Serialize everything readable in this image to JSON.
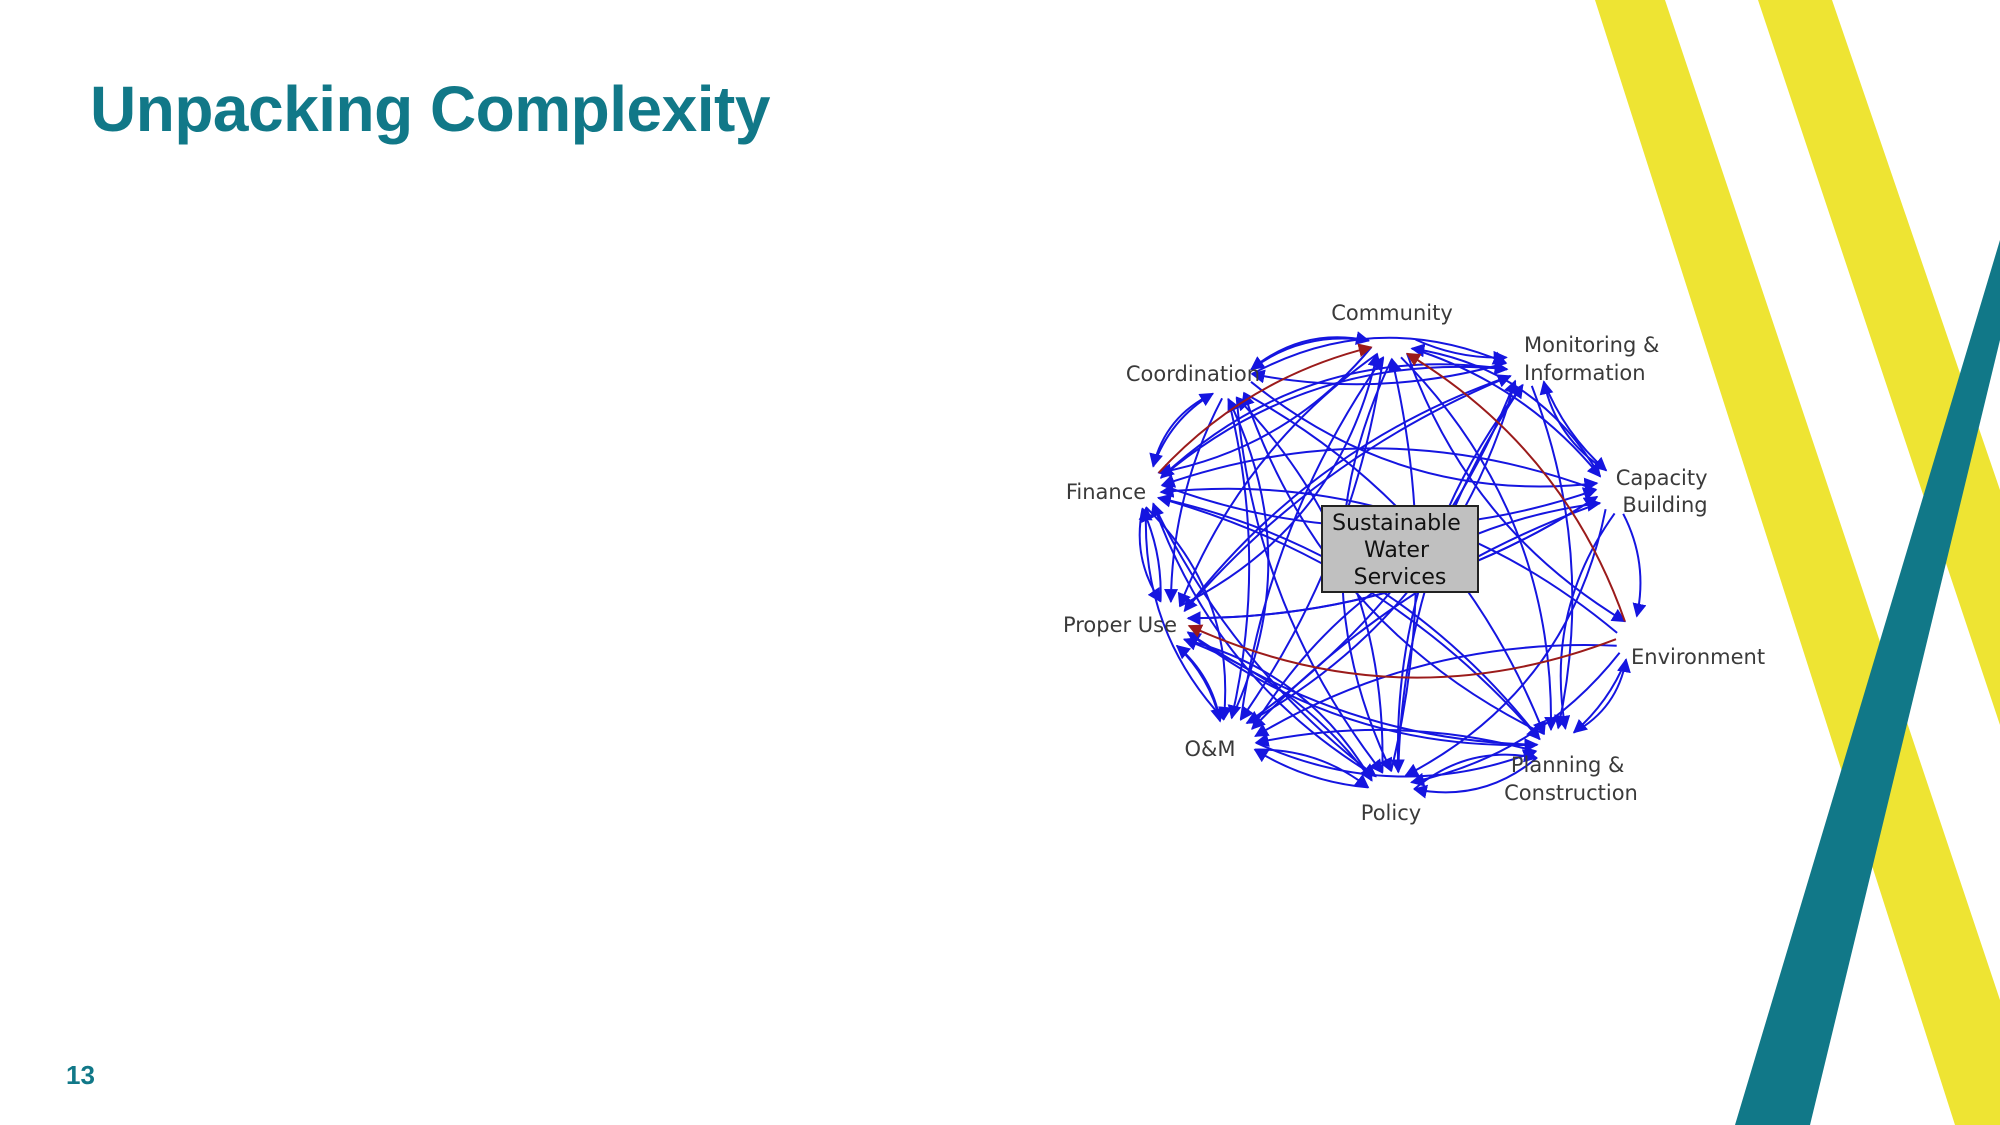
{
  "slide": {
    "title": "Unpacking Complexity",
    "page_number": "13",
    "colors": {
      "title": "#117888",
      "accent_yellow": "#EEE433",
      "accent_teal": "#117888"
    }
  },
  "diagram": {
    "center": {
      "lines": [
        "Sustainable",
        "Water",
        "Services"
      ]
    },
    "nodes": [
      {
        "id": "community",
        "lines": [
          "Community"
        ]
      },
      {
        "id": "monitoring",
        "lines": [
          "Monitoring &",
          "Information"
        ]
      },
      {
        "id": "capacity",
        "lines": [
          "Capacity",
          "Building"
        ]
      },
      {
        "id": "environment",
        "lines": [
          "Environment"
        ]
      },
      {
        "id": "planning",
        "lines": [
          "Planning &",
          "Construction"
        ]
      },
      {
        "id": "policy",
        "lines": [
          "Policy"
        ]
      },
      {
        "id": "om",
        "lines": [
          "O&M"
        ]
      },
      {
        "id": "proper-use",
        "lines": [
          "Proper Use"
        ]
      },
      {
        "id": "finance",
        "lines": [
          "Finance"
        ]
      },
      {
        "id": "coordination",
        "lines": [
          "Coordination"
        ]
      }
    ],
    "edge_colors": {
      "normal": "#1515E0",
      "highlight": "#9B1B1B"
    },
    "edges": [
      [
        "community",
        "center"
      ],
      [
        "monitoring",
        "center"
      ],
      [
        "capacity",
        "center"
      ],
      [
        "environment",
        "center"
      ],
      [
        "planning",
        "center"
      ],
      [
        "policy",
        "center"
      ],
      [
        "om",
        "center"
      ],
      [
        "proper-use",
        "center"
      ],
      [
        "finance",
        "center"
      ],
      [
        "coordination",
        "center"
      ],
      [
        "community",
        "monitoring"
      ],
      [
        "community",
        "capacity"
      ],
      [
        "community",
        "environment"
      ],
      [
        "community",
        "planning"
      ],
      [
        "community",
        "policy"
      ],
      [
        "community",
        "om"
      ],
      [
        "community",
        "proper-use"
      ],
      [
        "community",
        "finance"
      ],
      [
        "community",
        "coordination"
      ],
      [
        "coordination",
        "community"
      ],
      [
        "monitoring",
        "capacity"
      ],
      [
        "monitoring",
        "planning"
      ],
      [
        "monitoring",
        "policy"
      ],
      [
        "monitoring",
        "om"
      ],
      [
        "monitoring",
        "finance"
      ],
      [
        "monitoring",
        "coordination"
      ],
      [
        "monitoring",
        "proper-use"
      ],
      [
        "capacity",
        "environment"
      ],
      [
        "capacity",
        "planning"
      ],
      [
        "capacity",
        "policy"
      ],
      [
        "capacity",
        "om"
      ],
      [
        "capacity",
        "proper-use"
      ],
      [
        "capacity",
        "finance"
      ],
      [
        "capacity",
        "monitoring"
      ],
      [
        "capacity",
        "community"
      ],
      [
        "environment",
        "planning"
      ],
      [
        "environment",
        "om"
      ],
      [
        "environment",
        "policy"
      ],
      [
        "environment",
        "finance"
      ],
      [
        "planning",
        "policy"
      ],
      [
        "planning",
        "om"
      ],
      [
        "planning",
        "proper-use"
      ],
      [
        "planning",
        "finance"
      ],
      [
        "planning",
        "coordination"
      ],
      [
        "planning",
        "environment"
      ],
      [
        "policy",
        "om"
      ],
      [
        "policy",
        "proper-use"
      ],
      [
        "policy",
        "finance"
      ],
      [
        "policy",
        "coordination"
      ],
      [
        "policy",
        "planning"
      ],
      [
        "policy",
        "community"
      ],
      [
        "policy",
        "monitoring"
      ],
      [
        "om",
        "proper-use"
      ],
      [
        "om",
        "finance"
      ],
      [
        "om",
        "coordination"
      ],
      [
        "om",
        "community"
      ],
      [
        "om",
        "monitoring"
      ],
      [
        "om",
        "policy"
      ],
      [
        "om",
        "planning"
      ],
      [
        "om",
        "capacity"
      ],
      [
        "proper-use",
        "finance"
      ],
      [
        "proper-use",
        "om"
      ],
      [
        "proper-use",
        "planning"
      ],
      [
        "proper-use",
        "policy"
      ],
      [
        "proper-use",
        "community"
      ],
      [
        "proper-use",
        "monitoring"
      ],
      [
        "proper-use",
        "capacity"
      ],
      [
        "finance",
        "coordination"
      ],
      [
        "finance",
        "proper-use"
      ],
      [
        "finance",
        "om"
      ],
      [
        "finance",
        "policy"
      ],
      [
        "finance",
        "planning"
      ],
      [
        "finance",
        "capacity"
      ],
      [
        "finance",
        "monitoring"
      ],
      [
        "coordination",
        "finance"
      ],
      [
        "coordination",
        "om"
      ],
      [
        "coordination",
        "policy"
      ],
      [
        "coordination",
        "planning"
      ],
      [
        "coordination",
        "capacity"
      ],
      [
        "coordination",
        "monitoring"
      ],
      [
        "coordination",
        "proper-use"
      ]
    ],
    "highlight_edges": [
      [
        "finance",
        "community"
      ],
      [
        "environment",
        "community"
      ],
      [
        "environment",
        "proper-use"
      ]
    ]
  }
}
